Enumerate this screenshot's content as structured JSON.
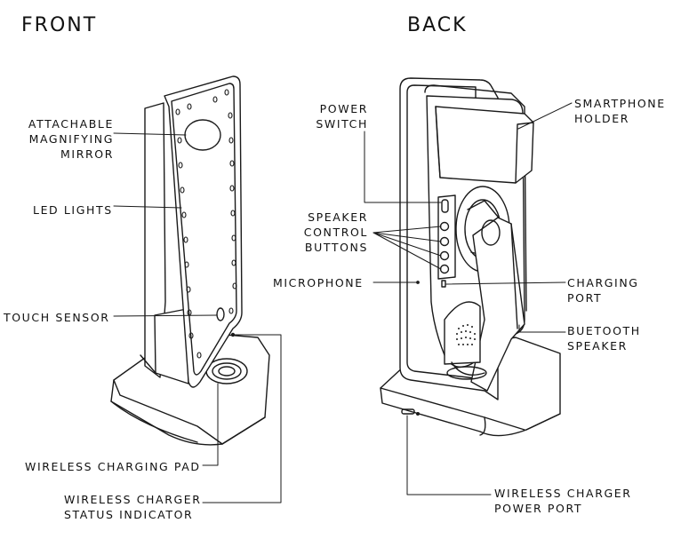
{
  "headings": {
    "front": "FRONT",
    "back": "BACK"
  },
  "front_labels": {
    "mirror": [
      "ATTACHABLE",
      "MAGNIFYING",
      "MIRROR"
    ],
    "led": "LED LIGHTS",
    "touch": "TOUCH SENSOR",
    "pad": "WIRELESS CHARGING PAD",
    "status": [
      "WIRELESS CHARGER",
      "STATUS INDICATOR"
    ]
  },
  "back_labels": {
    "power": [
      "POWER",
      "SWITCH"
    ],
    "speaker_ctrl": [
      "SPEAKER",
      "CONTROL",
      "BUTTONS"
    ],
    "mic": "MICROPHONE",
    "phone_holder": [
      "SMARTPHONE",
      "HOLDER"
    ],
    "charging": [
      "CHARGING",
      "PORT"
    ],
    "bt": [
      "BUETOOTH",
      "SPEAKER"
    ],
    "power_port": [
      "WIRELESS CHARGER",
      "POWER PORT"
    ]
  },
  "colors": {
    "line": "#1a1a1a",
    "background": "#ffffff"
  }
}
